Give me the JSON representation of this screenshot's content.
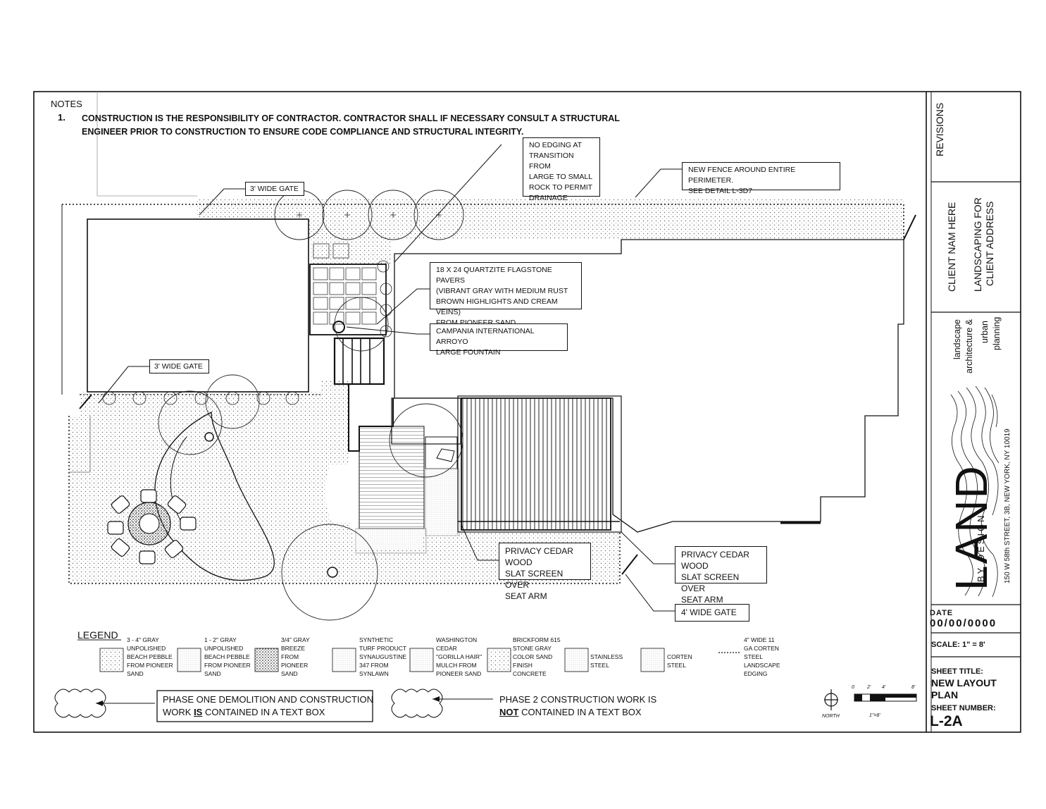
{
  "notes": {
    "title": "NOTES",
    "number": "1.",
    "text": "CONSTRUCTION IS THE RESPONSIBILITY OF CONTRACTOR. CONTRACTOR SHALL IF NECESSARY CONSULT A STRUCTURAL ENGINEER PRIOR TO CONSTRUCTION TO ENSURE CODE COMPLIANCE AND STRUCTURAL INTEGRITY."
  },
  "callouts": {
    "gate_top": "3' WIDE GATE",
    "gate_left": "3' WIDE GATE",
    "no_edging": "NO EDGING AT\nTRANSITION FROM\nLARGE TO SMALL\nROCK TO PERMIT\nDRAINAGE",
    "fence": "NEW FENCE AROUND ENTIRE PERIMETER.\nSEE DETAIL L-3D7",
    "pavers": "18 X 24 QUARTZITE FLAGSTONE PAVERS\n(VIBRANT GRAY WITH MEDIUM RUST\nBROWN HIGHLIGHTS AND CREAM VEINS)\nFROM PIONEER SAND",
    "fountain": "CAMPANIA INTERNATIONAL ARROYO\nLARGE FOUNTAIN",
    "privacy_1": "PRIVACY CEDAR WOOD\nSLAT SCREEN OVER\nSEAT ARM",
    "privacy_2": "PRIVACY CEDAR WOOD\nSLAT SCREEN OVER\nSEAT ARM",
    "gate_4ft": "4' WIDE GATE"
  },
  "legend": {
    "title": "LEGEND",
    "items": [
      "3 - 4\" GRAY\nUNPOLISHED\nBEACH PEBBLE\nFROM  PIONEER\nSAND",
      "1 - 2\" GRAY\nUNPOLISHED\nBEACH PEBBLE\nFROM  PIONEER\nSAND",
      "3/4\" GRAY\nBREEZE\nFROM\nPIONEER\nSAND",
      "SYNTHETIC\nTURF PRODUCT\nSYNAUGUSTINE\n347 FROM\nSYNLAWN",
      "WASHINGTON\nCEDAR\n\"GORILLA HAIR\"\nMULCH FROM\nPIONEER SAND",
      "BRICKFORM 615\nSTONE GRAY\nCOLOR SAND\nFINISH\nCONCRETE",
      "STAINLESS\nSTEEL",
      "CORTEN\nSTEEL",
      "4\" WIDE 11\nGA CORTEN\nSTEEL\nLANDSCAPE\nEDGING"
    ]
  },
  "phases": {
    "phase_one": "PHASE ONE  DEMOLITION AND CONSTRUCTION",
    "phase_one_b1": "WORK ",
    "phase_one_b2": "IS",
    "phase_one_b3": " CONTAINED IN A TEXT BOX",
    "phase_two": "PHASE 2 CONSTRUCTION WORK IS",
    "phase_two_b1": "NOT",
    "phase_two_b2": " CONTAINED IN A TEXT BOX"
  },
  "north": {
    "label": "NORTH"
  },
  "scale_bar": {
    "ticks": [
      "0",
      "2'",
      "4'",
      "8'"
    ],
    "label": "1\"=8'"
  },
  "title_block": {
    "revisions": "REVISIONS",
    "client": "CLIENT NAM HERE",
    "project_line1": "LANDSCAPING FOR",
    "project_line2": "CLIENT ADDRESS",
    "firm_line1": "landscape",
    "firm_line2": "architecture &",
    "firm_line3": "urban",
    "firm_line4": "planning",
    "logo_main": "LAND",
    "logo_sub": "BY DESIGN",
    "address": "150 W 58th STREET, 3B, NEW YORK, NY 10019",
    "date_label": "DATE",
    "date_value": "00/00/0000",
    "scale": "SCALE: 1\" = 8'",
    "sheet_title_label": "SHEET TITLE:",
    "sheet_title": "NEW LAYOUT\nPLAN",
    "sheet_number_label": "SHEET NUMBER:",
    "sheet_number": "L-2A"
  }
}
